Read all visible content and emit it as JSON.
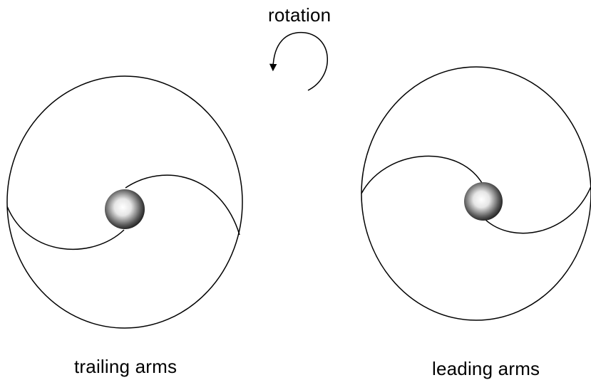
{
  "labels": {
    "rotation": "rotation",
    "trailing": "trailing arms",
    "leading": "leading arms"
  },
  "colors": {
    "stroke": "#000000",
    "background": "#ffffff",
    "nucleus_highlight": "#ffffff",
    "nucleus_shadow": "#111111"
  },
  "icons": {
    "rotation_arrow": "curved-arrow-counterclockwise"
  }
}
